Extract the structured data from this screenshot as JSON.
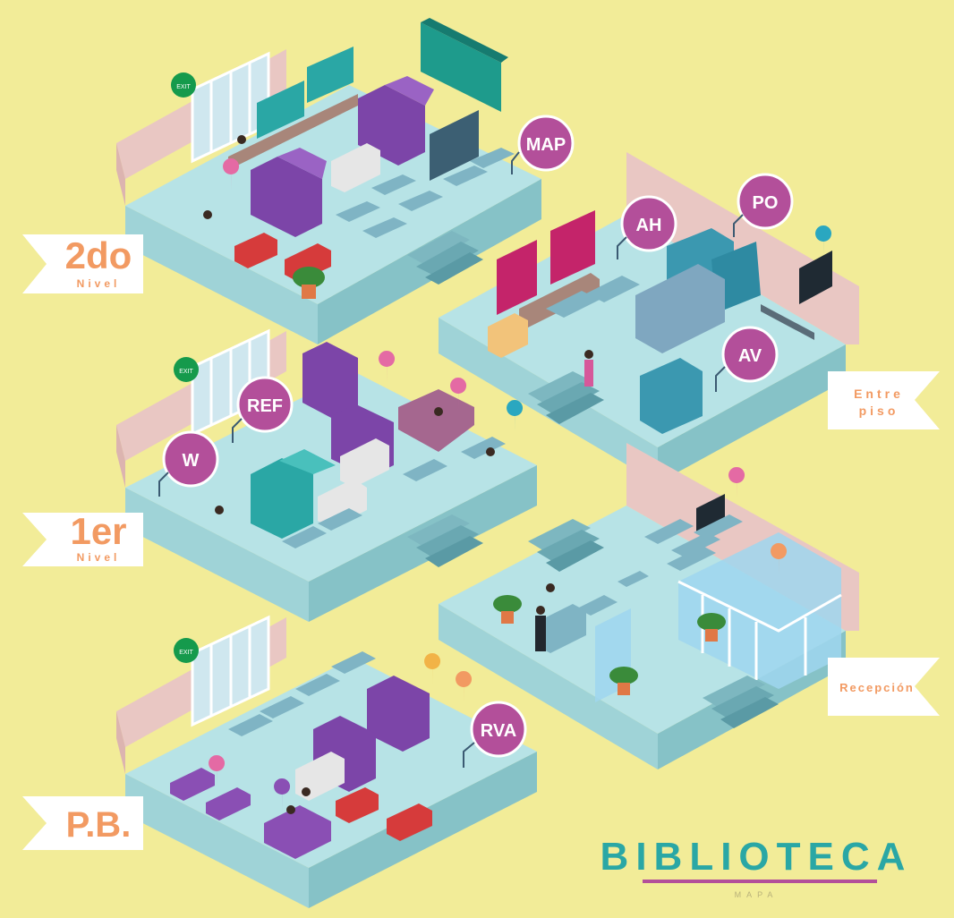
{
  "floors": {
    "second": {
      "name": "2do",
      "sub": "Nivel"
    },
    "first": {
      "name": "1er",
      "sub": "Nivel"
    },
    "ground": {
      "name": "P.B.",
      "sub": ""
    },
    "mezzanine": {
      "line1": "Entre",
      "line2": "piso"
    },
    "reception": {
      "name": "Recepción"
    }
  },
  "sections": {
    "map": "MAP",
    "ah": "AH",
    "po": "PO",
    "av": "AV",
    "ref": "REF",
    "w": "W",
    "rva": "RVA"
  },
  "exit_sign": "EXIT",
  "brand": {
    "title": "BIBLIOTECA",
    "subtitle": "MAPA"
  },
  "colors": {
    "background": "#f2ec98",
    "floor_top": "#b7e3e6",
    "floor_side": "#8fc8cc",
    "wall": "#e9c7c3",
    "shelf_purple": "#8a4fb4",
    "shelf_teal": "#2aa7a5",
    "shelf_magenta": "#c4246a",
    "shelf_blue": "#3b98b0",
    "badge": "#b34f9a",
    "accent_orange": "#f29a62",
    "brand_teal": "#2aa7a5"
  }
}
